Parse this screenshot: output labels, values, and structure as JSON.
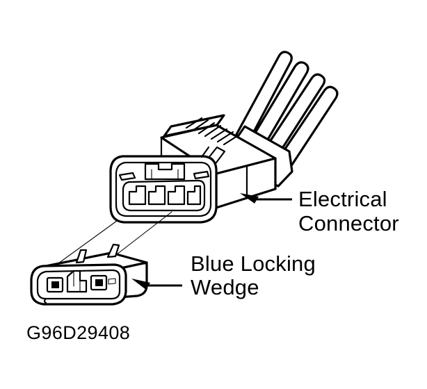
{
  "figure": {
    "type": "technical-line-drawing",
    "subject": "Automotive electrical connector with blue locking wedge",
    "background_color": "#ffffff",
    "ink_color": "#000000",
    "caption": "G96D29408",
    "labels": [
      {
        "id": "electrical-connector",
        "line1": "Electrical",
        "line2": "Connector",
        "arrow_direction": "left",
        "points_to": "connector-body"
      },
      {
        "id": "blue-locking-wedge",
        "line1": "Blue Locking",
        "line2": "Wedge",
        "arrow_direction": "left",
        "points_to": "wedge-body"
      }
    ],
    "components": {
      "connector": {
        "name": "Electrical Connector",
        "cavity_count": 4,
        "wire_count": 4
      },
      "wedge": {
        "name": "Blue Locking Wedge",
        "window_count": 2,
        "tab_count": 2
      }
    }
  }
}
